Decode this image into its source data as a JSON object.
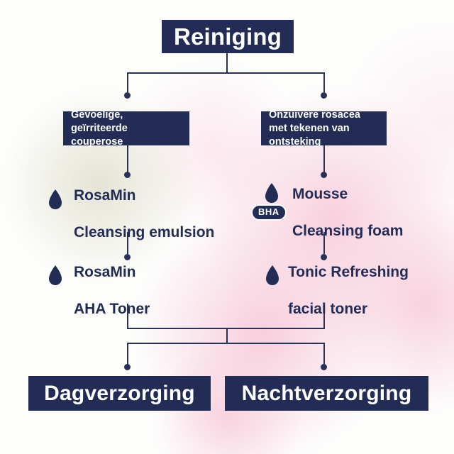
{
  "palette": {
    "navy": "#232c55",
    "line": "#2a3157",
    "text_light": "#ffffff",
    "pink_blob": "#f7cdd9",
    "sage_blob": "#e3e2cf",
    "background": "#fdfdfc"
  },
  "root": {
    "label": "Reiniging"
  },
  "branches": [
    {
      "condition": "Gevoelige, geïrriteerde couperose",
      "products": [
        {
          "line1": "RosaMin",
          "line2": "Cleansing emulsion"
        },
        {
          "line1": "RosaMin",
          "line2": "AHA Toner"
        }
      ]
    },
    {
      "condition": "Onzuivere rosacea met tekenen van ontsteking",
      "products": [
        {
          "line1": "Mousse",
          "line2": "Cleansing foam",
          "badge": "BHA"
        },
        {
          "line1": "Tonic Refreshing",
          "line2": "facial toner"
        }
      ]
    }
  ],
  "outcomes": [
    {
      "label": "Dagverzorging"
    },
    {
      "label": "Nachtverzorging"
    }
  ]
}
